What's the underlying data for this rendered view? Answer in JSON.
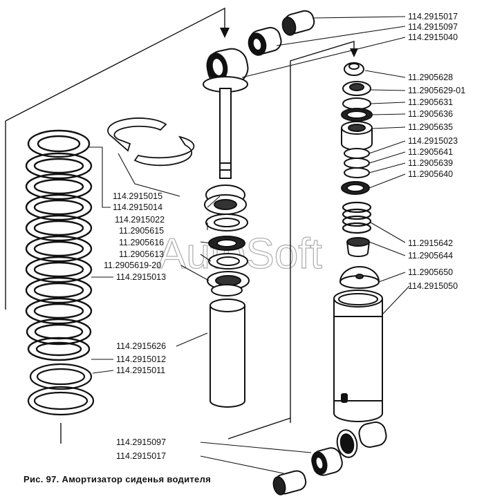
{
  "watermark": "AutoSoft",
  "caption": "Рис. 97. Амортизатор сиденья водителя",
  "labels": {
    "l1": "114.2915017",
    "l2": "114.2915097",
    "l3": "114.2915040",
    "l4": "11.2905628",
    "l5": "11.2905629-01",
    "l6": "11.2905631",
    "l7": "11.2905636",
    "l8": "11.2905635",
    "l9": "114.2915023",
    "l10": "11.2905641",
    "l11": "11.2905639",
    "l12": "11.2905640",
    "l13": "114.2915015",
    "l14": "114.2915014",
    "l15": "114.2915022",
    "l16": "11.2905615",
    "l17": "11.2905616",
    "l18": "11.2905613",
    "l19": "11.2905619-20",
    "l20": "114.2915013",
    "l21": "11.2915642",
    "l22": "11.2905644",
    "l23": "11.2905650",
    "l24": "114.2915050",
    "l25": "114.2915626",
    "l26": "114.2915012",
    "l27": "114.2915011",
    "l28": "114.2915097",
    "l29": "114.2915017"
  }
}
